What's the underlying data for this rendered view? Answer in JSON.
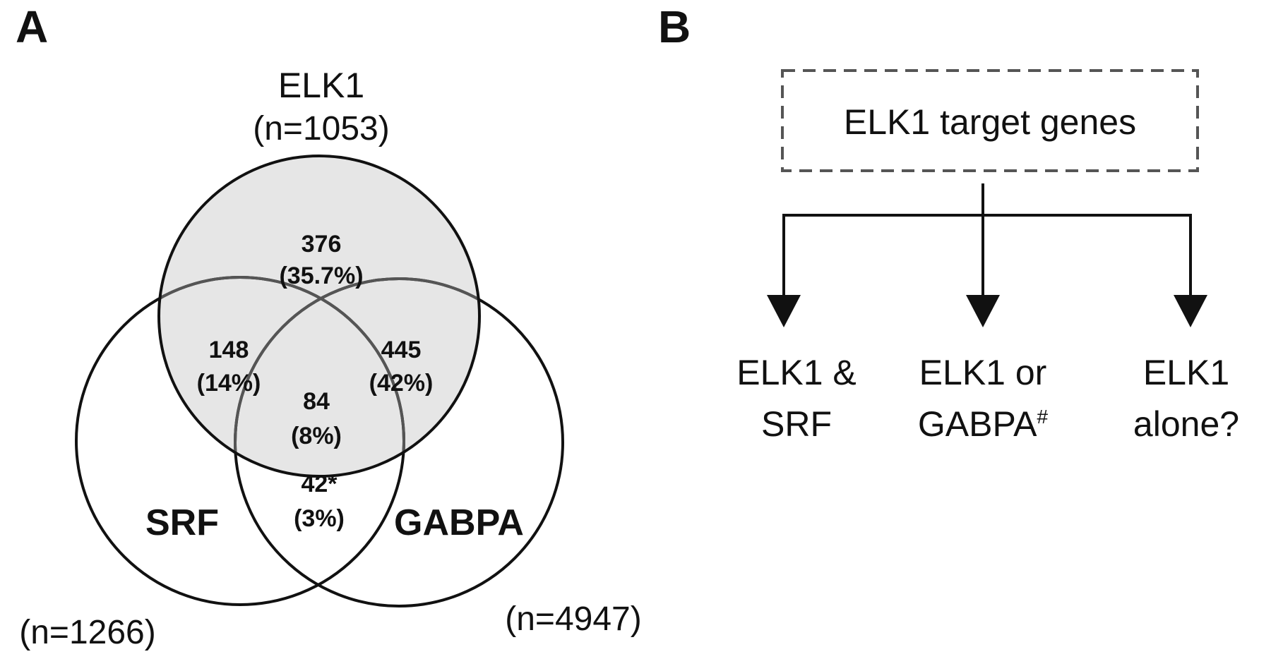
{
  "panels": {
    "a": {
      "label": "A"
    },
    "b": {
      "label": "B"
    }
  },
  "venn": {
    "sets": {
      "elk1": {
        "name": "ELK1",
        "count": "(n=1053)",
        "fill": "#e6e6e6"
      },
      "srf": {
        "name": "SRF",
        "count": "(n=1266)"
      },
      "gabpa": {
        "name": "GABPA",
        "count": "(n=4947)"
      }
    },
    "regions": {
      "elk1_only": {
        "value": "376",
        "percent": "(35.7%)"
      },
      "elk1_srf": {
        "value": "148",
        "percent": "(14%)"
      },
      "elk1_gabpa": {
        "value": "445",
        "percent": "(42%)"
      },
      "all_three": {
        "value": "84",
        "percent": "(8%)"
      },
      "srf_gabpa": {
        "value": "42*",
        "percent": "(3%)"
      }
    }
  },
  "tree": {
    "root": "ELK1 target genes",
    "branches": [
      {
        "line1": "ELK1 &",
        "line2": "SRF",
        "superscript": ""
      },
      {
        "line1": "ELK1 or",
        "line2": "GABPA",
        "superscript": "#"
      },
      {
        "line1": "ELK1",
        "line2": "alone?",
        "superscript": ""
      }
    ]
  }
}
